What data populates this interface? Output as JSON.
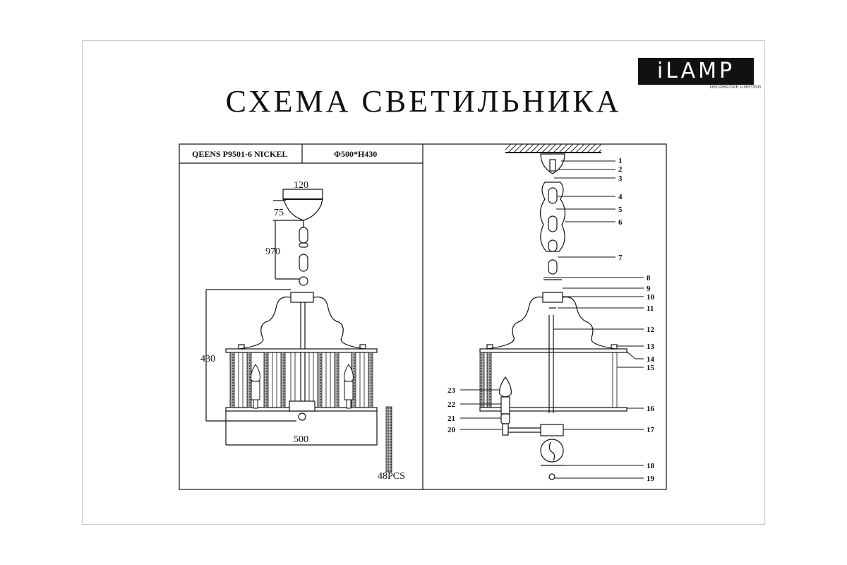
{
  "brand": {
    "logo": "iLAMP",
    "tagline": "DECORATIVE LIGHTING"
  },
  "title": "СХЕМА СВЕТИЛЬНИКА",
  "header": {
    "model": "QEENS P9501-6 NICKEL",
    "size": "Φ500*H430"
  },
  "dimensions": {
    "canopy_width": "120",
    "canopy_height": "75",
    "chain_length": "970",
    "height": "430",
    "width": "500"
  },
  "crystal_count": "48PCS",
  "callouts": {
    "right_side": [
      "1",
      "2",
      "3",
      "4",
      "5",
      "6",
      "7",
      "8",
      "9",
      "10",
      "11",
      "12",
      "13",
      "14",
      "15",
      "16",
      "17",
      "18",
      "19"
    ],
    "left_side": [
      "23",
      "22",
      "21",
      "20"
    ]
  }
}
